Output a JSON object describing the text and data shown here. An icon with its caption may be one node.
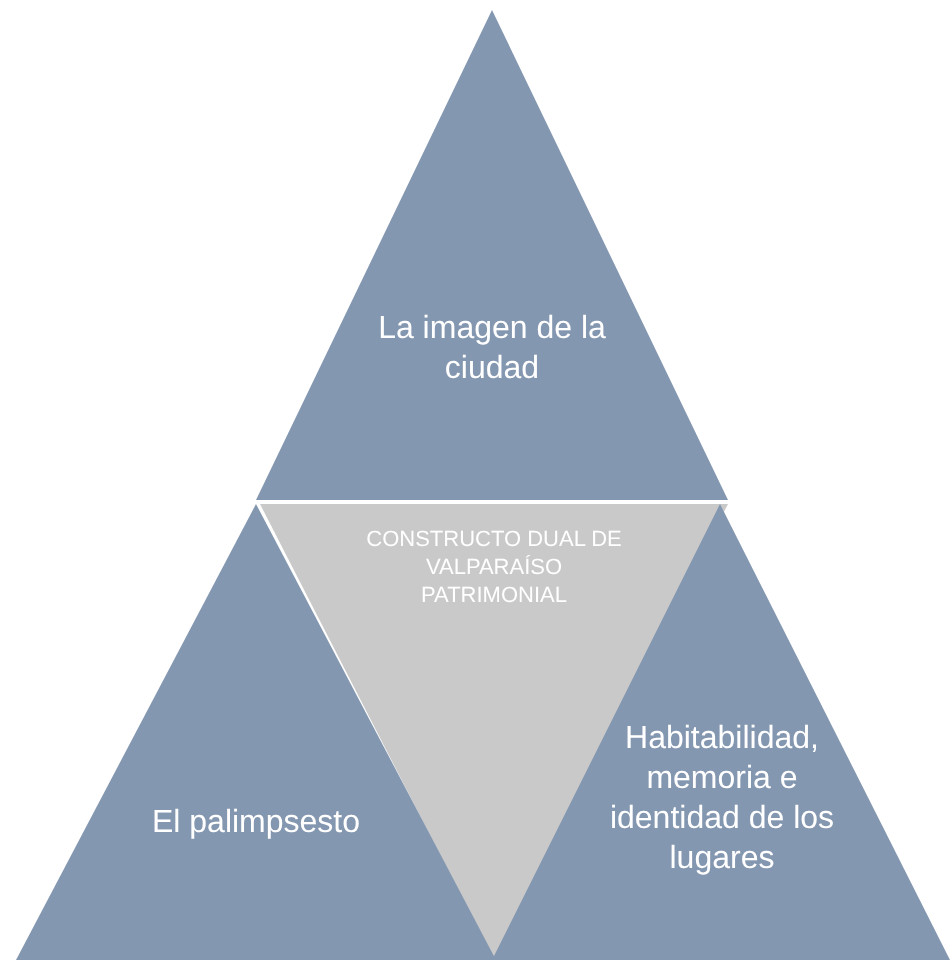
{
  "diagram": {
    "nodes": [
      {
        "text": [
          "La imagen de la ciudad"
        ]
      },
      {
        "text": [
          "CONSTRUCTO DUAL DE VALPARAÍSO PATRIMONIAL"
        ]
      },
      {
        "text": [
          "El palimpsesto"
        ]
      },
      {
        "text": [
          "Habitabilidad, memoria e identidad de los lugares"
        ]
      }
    ]
  }
}
